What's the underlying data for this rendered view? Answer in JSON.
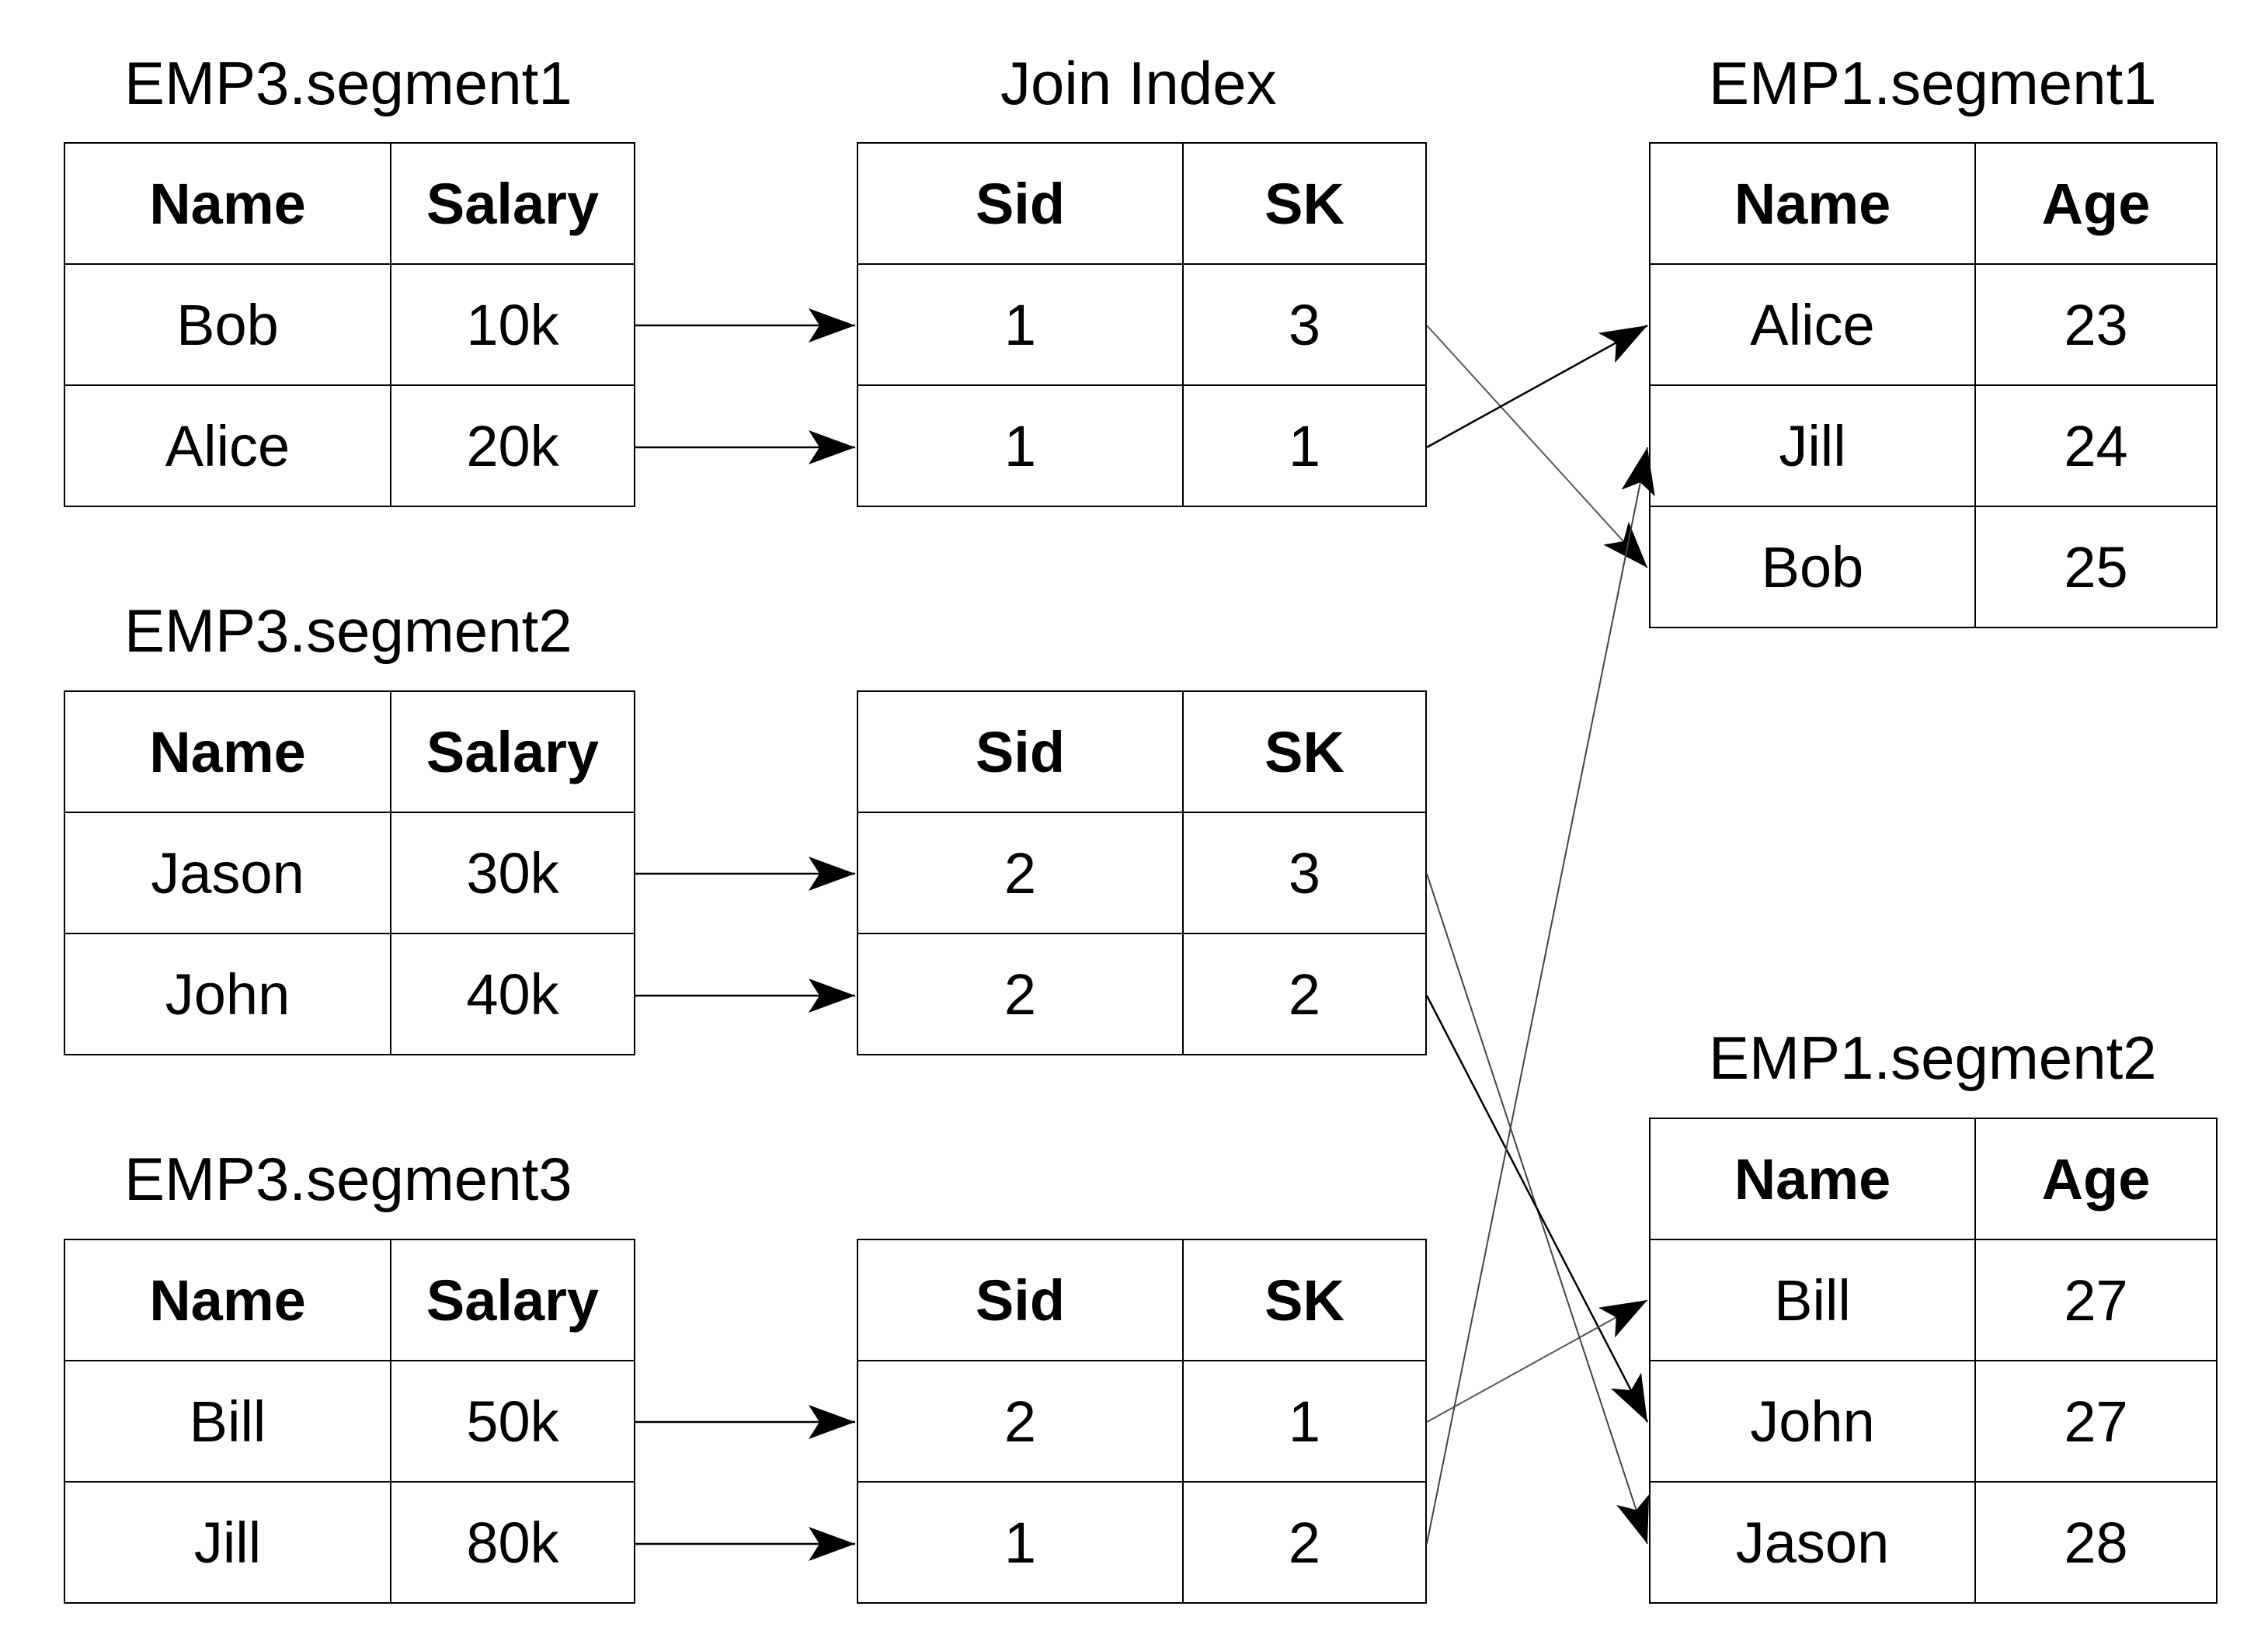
{
  "emp3_segment1": {
    "title": "EMP3.segment1",
    "columns": [
      "Name",
      "Salary"
    ],
    "rows": [
      [
        "Bob",
        "10k"
      ],
      [
        "Alice",
        "20k"
      ]
    ]
  },
  "emp3_segment2": {
    "title": "EMP3.segment2",
    "columns": [
      "Name",
      "Salary"
    ],
    "rows": [
      [
        "Jason",
        "30k"
      ],
      [
        "John",
        "40k"
      ]
    ]
  },
  "emp3_segment3": {
    "title": "EMP3.segment3",
    "columns": [
      "Name",
      "Salary"
    ],
    "rows": [
      [
        "Bill",
        "50k"
      ],
      [
        "Jill",
        "80k"
      ]
    ]
  },
  "join_index": {
    "title": "Join Index",
    "blocks": [
      {
        "columns": [
          "Sid",
          "SK"
        ],
        "rows": [
          [
            "1",
            "3"
          ],
          [
            "1",
            "1"
          ]
        ]
      },
      {
        "columns": [
          "Sid",
          "SK"
        ],
        "rows": [
          [
            "2",
            "3"
          ],
          [
            "2",
            "2"
          ]
        ]
      },
      {
        "columns": [
          "Sid",
          "SK"
        ],
        "rows": [
          [
            "2",
            "1"
          ],
          [
            "1",
            "2"
          ]
        ]
      }
    ]
  },
  "emp1_segment1": {
    "title": "EMP1.segment1",
    "columns": [
      "Name",
      "Age"
    ],
    "rows": [
      [
        "Alice",
        "23"
      ],
      [
        "Jill",
        "24"
      ],
      [
        "Bob",
        "25"
      ]
    ]
  },
  "emp1_segment2": {
    "title": "EMP1.segment2",
    "columns": [
      "Name",
      "Age"
    ],
    "rows": [
      [
        "Bill",
        "27"
      ],
      [
        "John",
        "27"
      ],
      [
        "Jason",
        "28"
      ]
    ]
  }
}
